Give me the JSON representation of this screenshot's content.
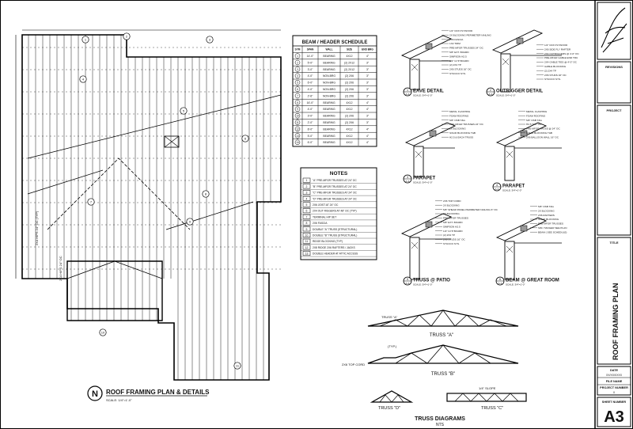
{
  "plan": {
    "title": "ROOF FRAMING PLAN & DETAILS",
    "scale": "SCALE: 1/4\"=1'-0\"",
    "north_letter": "N",
    "dims": [
      "2X4 HIPS 24\" OC (TYP)",
      "2X4 HIPS 24\" OC"
    ],
    "callouts": [
      "1",
      "2",
      "3",
      "4",
      "5",
      "6",
      "7",
      "8",
      "9",
      "10",
      "11"
    ]
  },
  "schedule": {
    "title": "BEAM / HEADER SCHEDULE",
    "headers": [
      "SYM",
      "SPAN",
      "WALL",
      "SIZE",
      "END BRG"
    ],
    "rows": [
      [
        "1",
        "14'-0\"",
        "BEARING",
        "4X12",
        "4\""
      ],
      [
        "2",
        "5'-0\"",
        "BEARING",
        "(2) 2X12",
        "3\""
      ],
      [
        "3",
        "3'-0\"",
        "BEARING",
        "(2) 2X12",
        "3\""
      ],
      [
        "4",
        "4'-0\"",
        "NON-BRG",
        "(2) 2X6",
        "3\""
      ],
      [
        "5",
        "6'-0\"",
        "NON-BRG",
        "(2) 2X6",
        "3\""
      ],
      [
        "6",
        "4'-0\"",
        "NON-BRG",
        "(2) 2X6",
        "3\""
      ],
      [
        "7",
        "2'-6\"",
        "NON-BRG",
        "(2) 2X6",
        "3\""
      ],
      [
        "8",
        "16'-0\"",
        "BEARING",
        "4X12",
        "4\""
      ],
      [
        "9",
        "4'-0\"",
        "BEARING",
        "4X12",
        "4\""
      ],
      [
        "10",
        "3'-0\"",
        "BEARING",
        "(2) 2X6",
        "3\""
      ],
      [
        "11",
        "2'-0\"",
        "BEARING",
        "(2) 2X6",
        "3\""
      ],
      [
        "12",
        "8'-0\"",
        "BEARING",
        "4X12",
        "4\""
      ],
      [
        "13",
        "5'-0\"",
        "BEARING",
        "4X12",
        "4\""
      ],
      [
        "14",
        "6'-0\"",
        "BEARING",
        "4X12",
        "4\""
      ]
    ]
  },
  "notes": {
    "title": "NOTES",
    "items": [
      [
        "1",
        "\"A\" PRE-MFGR TRUSSES AT 24\" OC"
      ],
      [
        "2",
        "\"B\" PRE-MFGR TRUSSES AT 24\" OC"
      ],
      [
        "3",
        "\"C\" PRE-MFGR TRUSSES AT 24\" OC"
      ],
      [
        "4",
        "\"D\" PRE-MFGR TRUSSES AT 24\" OC"
      ],
      [
        "5",
        "2X6 JOIST AT 24\" OC"
      ],
      [
        "6",
        "2X4 OUT RIGGERS AT 48\" OC (TYP)"
      ],
      [
        "7",
        "TERMINAL HIP SET"
      ],
      [
        "8",
        "2X6 FASCIA"
      ],
      [
        "9",
        "DOUBLE \"A\" TRUSS (STRUCTURAL)"
      ],
      [
        "10",
        "DOUBLE \"B\" TRUSS (STRUCTURAL)"
      ],
      [
        "11",
        "RIDGE BLOCKING (TYP)"
      ],
      [
        "12",
        "2X8 RIDGE 2X6 RAFTERS / JACKS"
      ],
      [
        "13",
        "DOUBLE HEADER AT ATTIC ACCESS"
      ]
    ]
  },
  "details": [
    {
      "num": "1",
      "sheet": "A-3",
      "title": "EAVE DETAIL",
      "scale": "SCALE: 3/4\"=1'-0\"",
      "labels": [
        "1/2\" CDX PLYWOOD",
        "2X BLOCKING PERIMETER NAILING",
        "2X6 FASCIA",
        "1X2 TRIM",
        "PRE-MFGR TRUSSES 24\" OC",
        "5/8\" EXT. BOARD",
        "SIMPSON H2.5",
        "1/2\" GYP BOARD",
        "(2) 2X4 TP",
        "2X6 STUDS 16\" OC",
        "STUCCO SYS."
      ]
    },
    {
      "num": "2",
      "sheet": "A-3",
      "title": "OUTRIGGER DETAIL",
      "scale": "SCALE: 3/4\"=1'-0\"",
      "labels": [
        "1/2\" CDX PLYWOOD",
        "2X6 SIDE FLY RAFTER",
        "2X4 OUTRIGGERS @ 4'-0\" OC",
        "PRE-MFGR GABLE END TRU",
        "2X4 GABLE TIES @ 4'-0\" OC",
        "GABLE BLOCKING",
        "(2) 2X4 TP",
        "2X6 STUDS 16\" OC",
        "STUCCO SYS."
      ]
    },
    {
      "num": "3",
      "sheet": "A-3",
      "title": "PARAPET",
      "scale": "SCALE: 3/4\"=1'-0\"",
      "labels": [
        "METAL FLASHING",
        "FOAM ROOFING",
        "5/8\" OSB T&G",
        "PRE-MFGR TRUSSES 24\" OC",
        "2X BLOCKING",
        "SOLID BLOCKING T&B",
        "H2.5 & EACH TRUSS"
      ]
    },
    {
      "num": "4",
      "sheet": "A-3",
      "title": "PARAPET",
      "scale": "SCALE: 3/4\"=1'-0\"",
      "labels": [
        "METAL FLASHING",
        "FOAM ROOFING",
        "5/8\" OSB T&G",
        "H2.5 TYP. OC",
        "PRE-MFGR TRUSS @ 24\" OC",
        "SOLID BLOCKING T&B",
        "2X6 BALLOON WALL 16\" OC"
      ]
    },
    {
      "num": "5",
      "sheet": "A-3",
      "title": "TRUSS @ PATIO",
      "scale": "SCALE: 3/4\"=1'-0\"",
      "labels": [
        "2X6 TOP CORD",
        "2X BLOCKING",
        "5/8\" SHEAR PANEL PERIMETER NAILING 6\" OC",
        "2X BLOCKING",
        "PRE-MFGR TRUSSES",
        "5/8\" EXT. BOARD",
        "SIMPSON H2.5",
        "1/2\" GYP BOARD",
        "(2) 2X4 TP",
        "2X6 STUDS 16\" OC",
        "STUCCO SYS."
      ]
    },
    {
      "num": "6",
      "sheet": "A-3",
      "title": "BEAM @ GREAT ROOM",
      "scale": "SCALE: 3/4\"=1'-0\"",
      "labels": [
        "5/8\" OSB T&G",
        "2X BLOCKING",
        "2X6 RAFTERS",
        "SOLID BLOCKING",
        "PRE-MFGR TRUSSES",
        "SIM. HANGER SEE PLAN",
        "BEAM ( SEE SCHEDULE)"
      ]
    }
  ],
  "truss": {
    "title": "TRUSS DIAGRAMS",
    "subtitle": "NTS",
    "a_label": "TRUSS \"A\"",
    "a_tag": "TRUSS \"A\"",
    "b_label": "TRUSS \"B\"",
    "b_tag": "(TYP.)",
    "b_note": "2X6 TOP CORD",
    "c_label": "TRUSS \"C\"",
    "c_note": "1/4\" SLOPE",
    "d_label": "TRUSS \"D\""
  },
  "title_block": {
    "revisions": "REVISIONS",
    "project": "PROJECT",
    "title": "TITLE",
    "sheet_title": "ROOF FRAMING PLAN",
    "date_label": "DATE",
    "date_value": "XX/XX/XXXX",
    "file_label": "FILE NAME",
    "project_label": "PROJECT NUMBER",
    "project_value": "X",
    "sheet_label": "SHEET NUMBER",
    "sheet_number": "A3"
  }
}
